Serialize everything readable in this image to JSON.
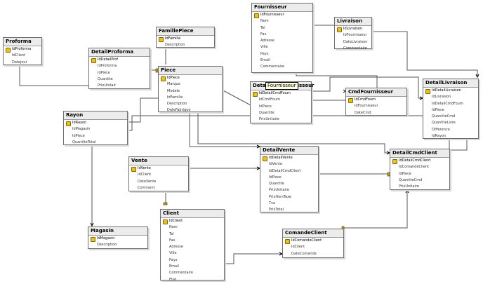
{
  "tables": [
    {
      "name": "Fournisseur",
      "fields": [
        "IdFournisseur",
        "Nom",
        "Tel",
        "Fax",
        "Adresse",
        "Ville",
        "Pays",
        "Email",
        "Commentaire"
      ],
      "pk": [
        0
      ]
    },
    {
      "name": "Livraison",
      "fields": [
        "IdLivraison",
        "IdFournisseur",
        "DateLivraison",
        "Commentaire"
      ],
      "pk": [
        0
      ]
    },
    {
      "name": "Proforma",
      "fields": [
        "IdProforma",
        "IdClient",
        "Datejour"
      ],
      "pk": [
        0
      ]
    },
    {
      "name": "DetailProforma",
      "fields": [
        "IdDetailProf",
        "IdProforma",
        "IdPiece",
        "Quantite",
        "PrixUnitair"
      ],
      "pk": [
        0
      ]
    },
    {
      "name": "FamillePiece",
      "fields": [
        "IdFamille",
        "Description"
      ],
      "pk": [
        0
      ]
    },
    {
      "name": "Piece",
      "fields": [
        "IdPiece",
        "Marque",
        "Modele",
        "IdFamille",
        "Description",
        "DateFabrique"
      ],
      "pk": [
        0
      ]
    },
    {
      "name": "DetailCmdFournisseur",
      "fields": [
        "IdDetailCmdFourn",
        "IdCmdFourn",
        "IdPiece",
        "Quantite",
        "PrixUnitaire"
      ],
      "pk": [
        0
      ]
    },
    {
      "name": "CmdFournisseur",
      "fields": [
        "IdCmdFourn",
        "IdFournisseur",
        "DateCmd"
      ],
      "pk": [
        0
      ]
    },
    {
      "name": "DetailLivraison",
      "fields": [
        "IdDetailLivraison",
        "IdLivraison",
        "IdDetailCmdFourn",
        "IdPiece",
        "QuantiteCmd",
        "QuantiteLivre",
        "Difference",
        "IdRayon"
      ],
      "pk": [
        0
      ]
    },
    {
      "name": "Rayon",
      "fields": [
        "IdRayon",
        "IdMagasin",
        "IdPiece",
        "QuantiteTotal"
      ],
      "pk": [
        0
      ]
    },
    {
      "name": "DetailVente",
      "fields": [
        "IdDetailVente",
        "IdVente",
        "IdDetailCmdClient",
        "IdPiece",
        "Quantite",
        "PrixUnitaire",
        "PrixHorsTaxe",
        "Tva",
        "PrixTotal"
      ],
      "pk": [
        0
      ]
    },
    {
      "name": "DetailCmdClient",
      "fields": [
        "IdDetailCmdClient",
        "IdComandeClient",
        "IdPiece",
        "QuantiteCmd",
        "PrixUnitaire"
      ],
      "pk": [
        0
      ]
    },
    {
      "name": "Vente",
      "fields": [
        "IdVente",
        "IdClient",
        "DateVente",
        "Comment"
      ],
      "pk": [
        0
      ]
    },
    {
      "name": "Client",
      "fields": [
        "IdClient",
        "Nom",
        "Tel",
        "Fax",
        "Adresse",
        "Ville",
        "Pays",
        "Email",
        "Commentaire",
        "Etat"
      ],
      "pk": [
        0
      ]
    },
    {
      "name": "Magasin",
      "fields": [
        "IdMagasin",
        "Description"
      ],
      "pk": [
        0
      ]
    },
    {
      "name": "ComandeClient",
      "fields": [
        "IdComandeClient",
        "IdClient",
        "DateComande"
      ],
      "pk": [
        0
      ]
    }
  ],
  "tooltip": "Fournisseur",
  "colors": {
    "line": "#555555",
    "key": "#e8c020",
    "header": "#ececec"
  }
}
